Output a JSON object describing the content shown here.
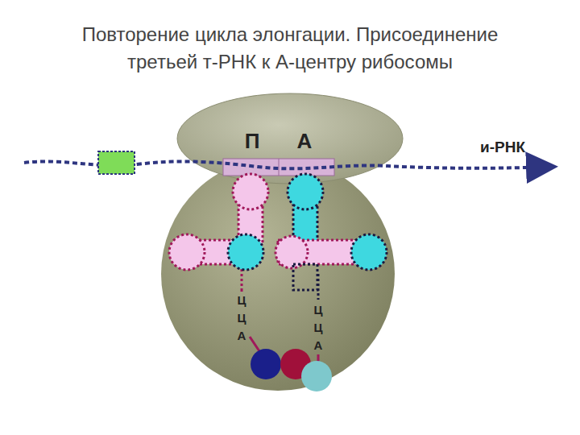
{
  "diagram": {
    "title": "Повторение цикла элонгации. Присоединение третьей т-РНК к А-центру рибосомы",
    "labels": [
      "П",
      "А",
      "и-РНК",
      "Ц Ц А",
      "Ц Ц А"
    ]
  }
}
